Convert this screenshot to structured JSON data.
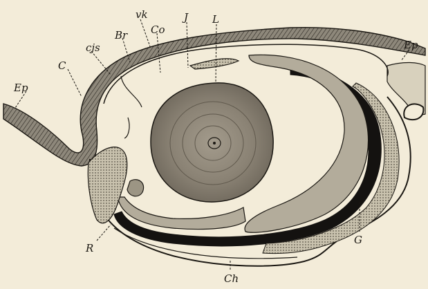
{
  "figure": {
    "background": "#f3ecd9",
    "ink": "#1a1712",
    "tissue_colors": {
      "lens": "#8d8577",
      "lens_core": "#9f9789",
      "retina": "#b3ac9b",
      "pigment": "#141210",
      "epidermis": "#6f695e",
      "glands": "#a59f8f"
    },
    "labels": {
      "ep_left": "Ep",
      "c": "C",
      "cjs": "cjs",
      "br": "Br",
      "vk": "vk",
      "co": "Co",
      "j": "J",
      "l": "L",
      "ep_right": "Ep",
      "r": "R",
      "ch": "Ch",
      "g": "G"
    }
  }
}
